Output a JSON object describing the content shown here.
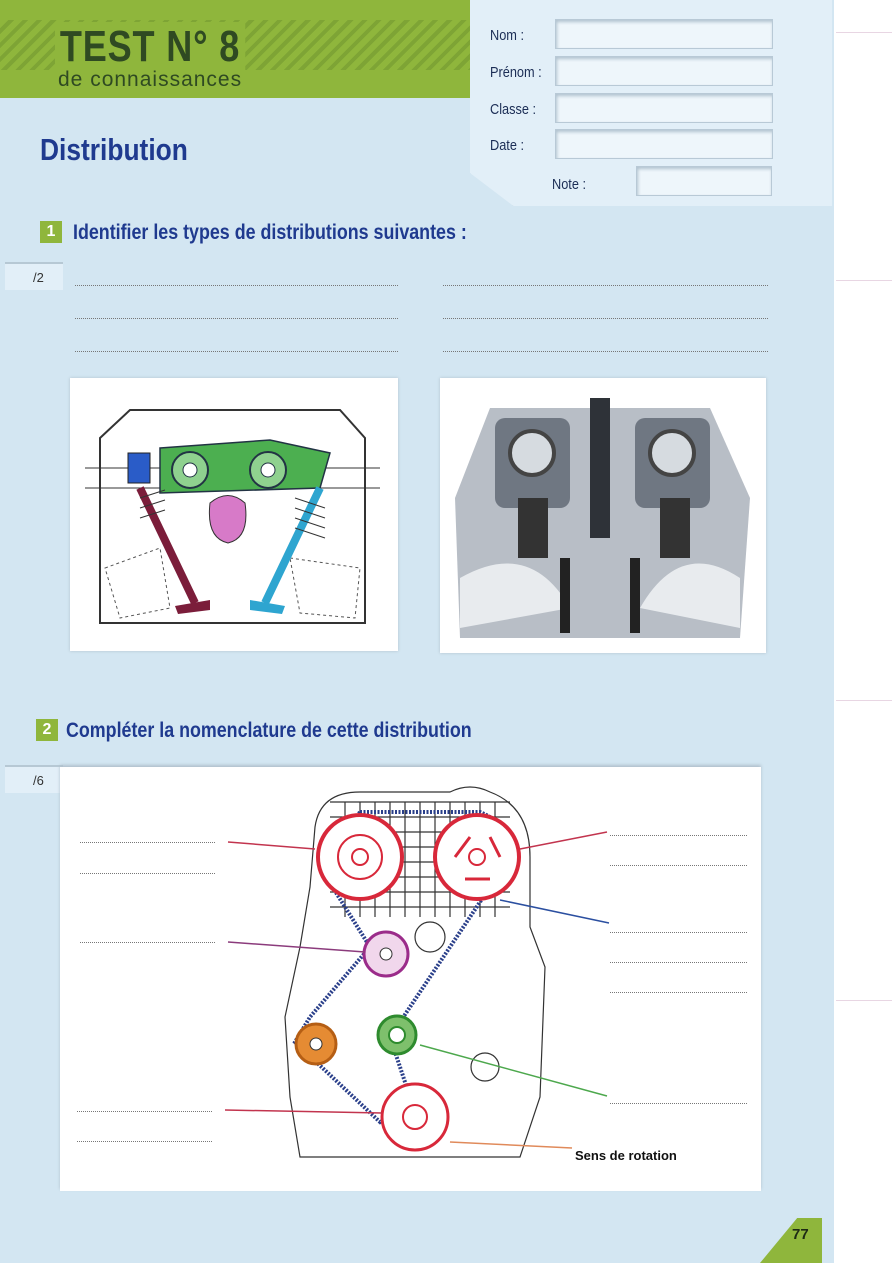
{
  "header": {
    "title": "TEST N° 8",
    "subtitle": "de connaissances"
  },
  "form": {
    "nom": "Nom :",
    "prenom": "Prénom :",
    "classe": "Classe :",
    "date": "Date :",
    "note": "Note :"
  },
  "doc_title": "Distribution",
  "sections": [
    {
      "number": "1",
      "title": "Identifier les types de distributions suivantes :",
      "score": "/2"
    },
    {
      "number": "2",
      "title": "Compléter la nomenclature de cette distribution",
      "score": "/6"
    }
  ],
  "diagram": {
    "label": "Sens de rotation"
  },
  "page_number": "77",
  "colors": {
    "green": "#8fb63c",
    "blue": "#1f3a8f",
    "background": "#d3e6f2"
  }
}
